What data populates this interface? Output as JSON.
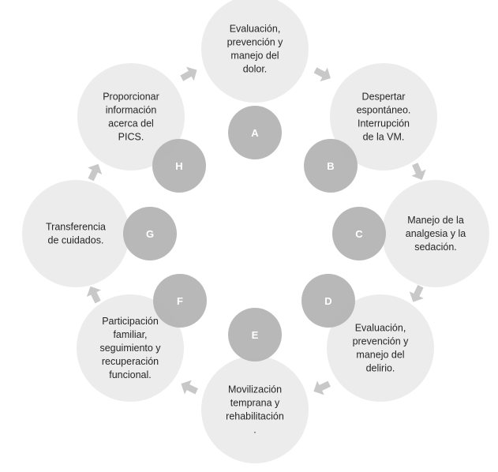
{
  "colors": {
    "outer_circle": "#ececec",
    "inner_circle": "#b2b2b2",
    "arrow": "#c8c8c8",
    "text": "#262626",
    "letter": "#ffffff"
  },
  "steps": [
    {
      "letter": "A",
      "lines": [
        "Evaluación,",
        "prevención y",
        "manejo del",
        "dolor."
      ]
    },
    {
      "letter": "B",
      "lines": [
        "Despertar",
        "espontáneo.",
        "Interrupción",
        "de la VM."
      ]
    },
    {
      "letter": "C",
      "lines": [
        "Manejo de la",
        "analgesia y la",
        "sedación."
      ]
    },
    {
      "letter": "D",
      "lines": [
        "Evaluación,",
        "prevención y",
        "manejo del",
        "delirio."
      ]
    },
    {
      "letter": "E",
      "lines": [
        "Movilización",
        "temprana y",
        "rehabilitación",
        "."
      ]
    },
    {
      "letter": "F",
      "lines": [
        "Participación",
        "familiar,",
        "seguimiento y",
        "recuperación",
        "funcional."
      ]
    },
    {
      "letter": "G",
      "lines": [
        "Transferencia",
        "de cuidados."
      ]
    },
    {
      "letter": "H",
      "lines": [
        "Proporcionar",
        "información",
        "acerca del",
        "PICS."
      ]
    }
  ]
}
